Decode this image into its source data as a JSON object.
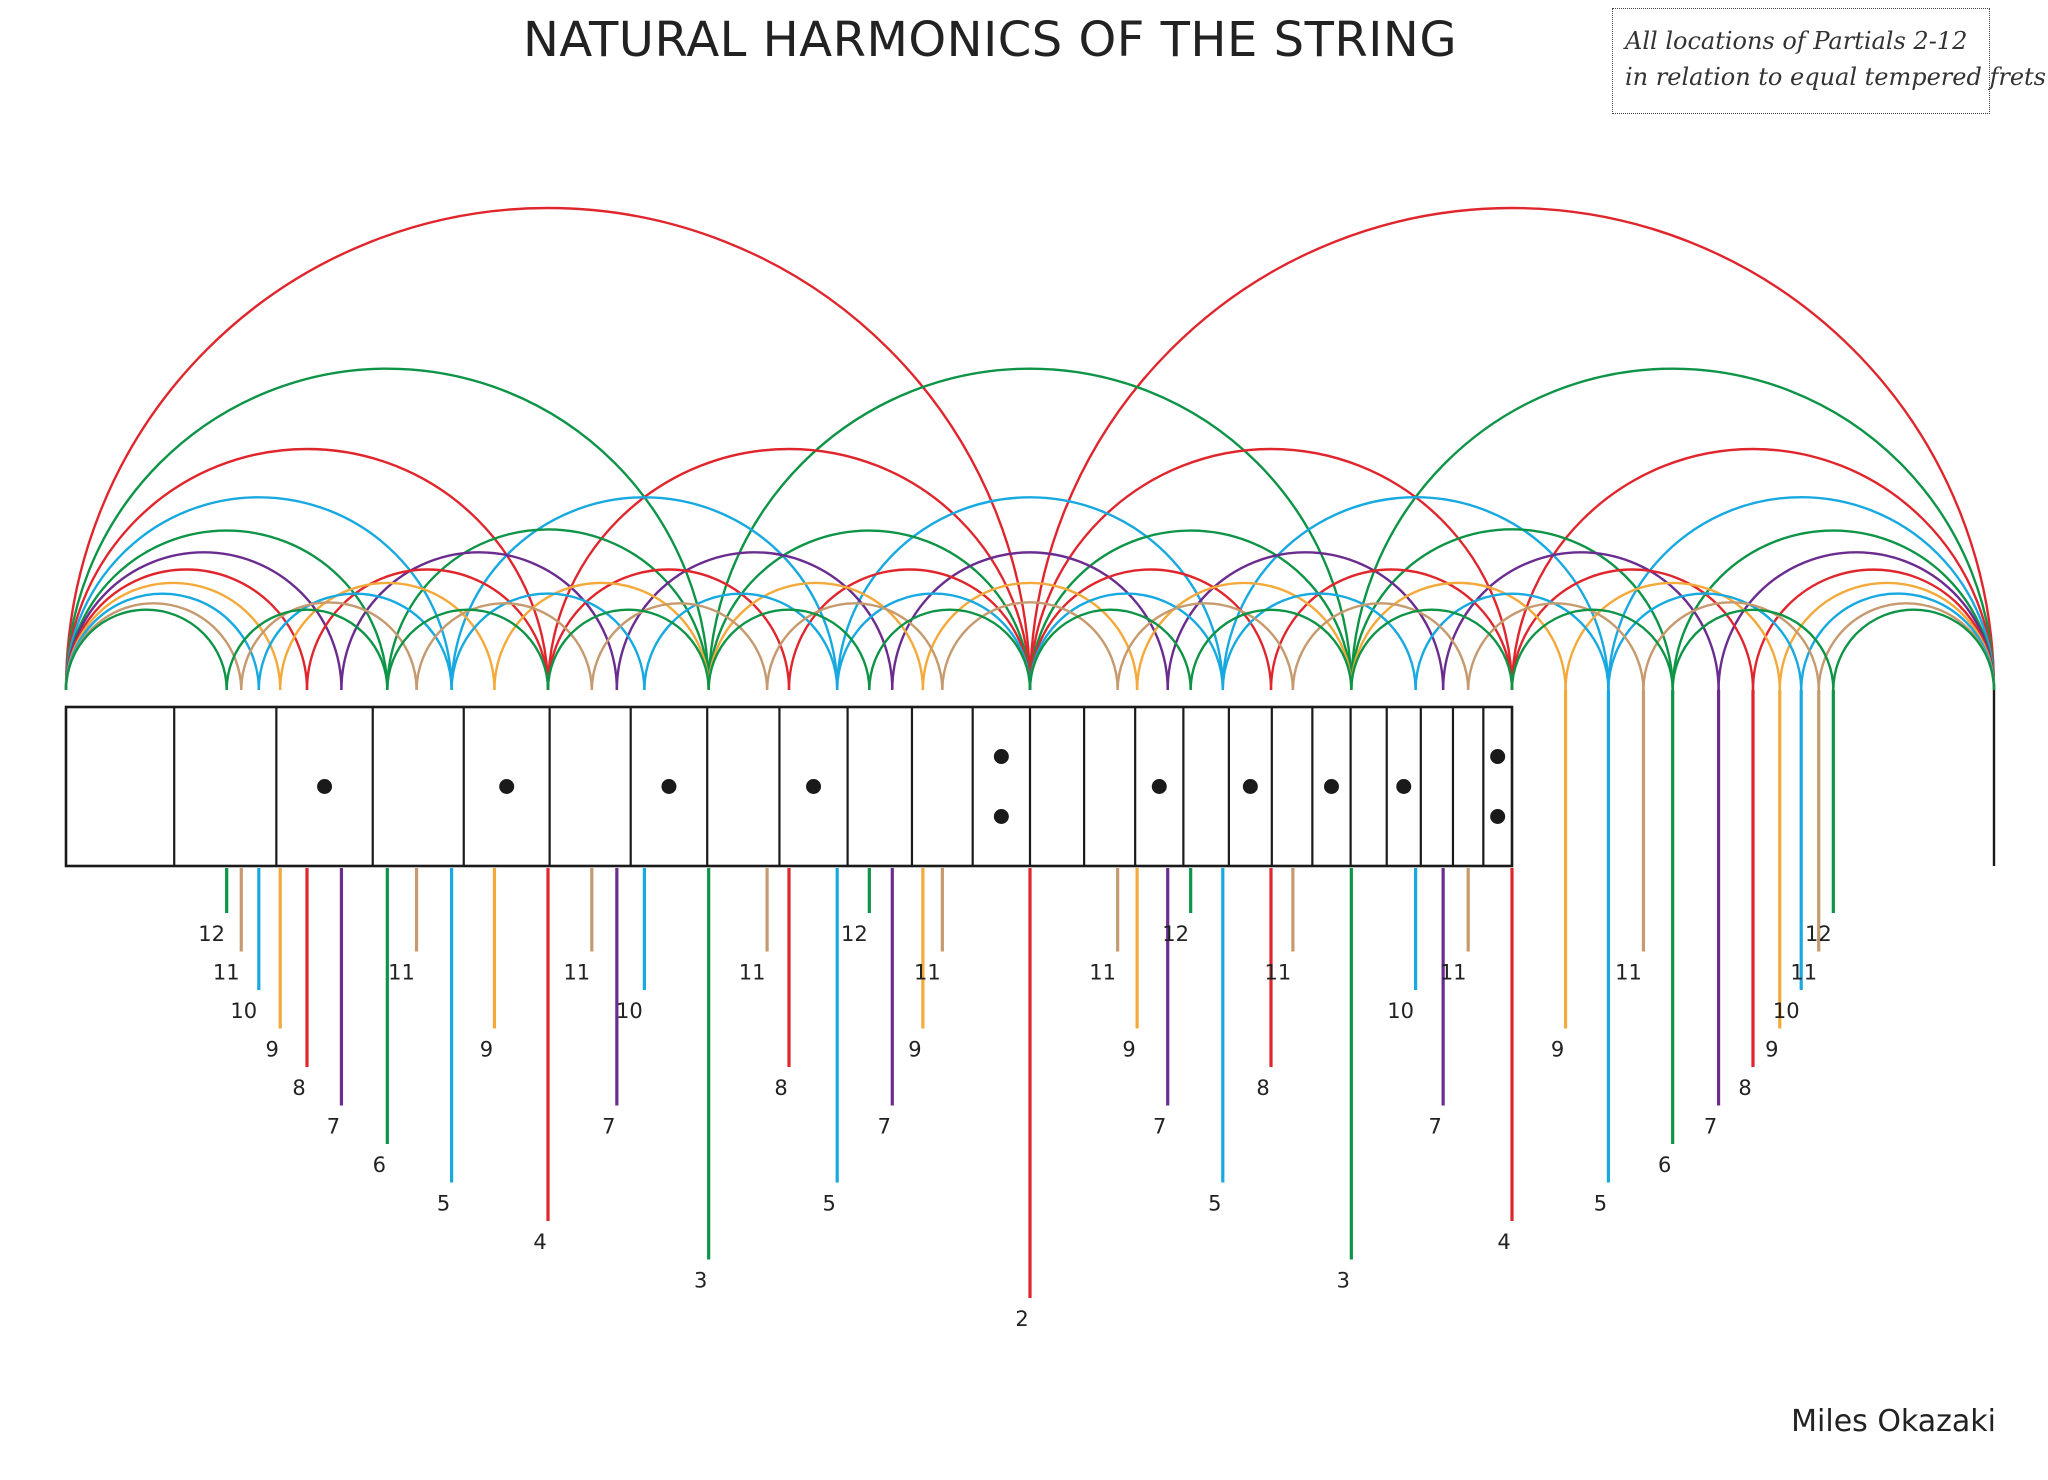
{
  "header": {
    "title": "NATURAL HARMONICS OF THE STRING",
    "note_line1": "All locations of  Partials 2-12",
    "note_line2": "in relation to equal tempered frets"
  },
  "footer": {
    "author": "Miles Okazaki"
  },
  "diagram": {
    "partials": [
      2,
      3,
      4,
      5,
      6,
      7,
      8,
      9,
      10,
      11,
      12
    ],
    "fret_count": 24,
    "single_dot_frets": [
      3,
      5,
      7,
      9,
      15,
      17,
      19,
      21
    ],
    "double_dot_frets": [
      12,
      24
    ],
    "colors": {
      "2": "#e0262d",
      "3": "#0e9447",
      "4": "#e0262d",
      "5": "#17a9df",
      "6": "#0e9447",
      "7": "#6b2c8f",
      "8": "#e0262d",
      "9": "#f4a93b",
      "10": "#17a9df",
      "11": "#c69a6e",
      "12": "#0e9447"
    }
  }
}
